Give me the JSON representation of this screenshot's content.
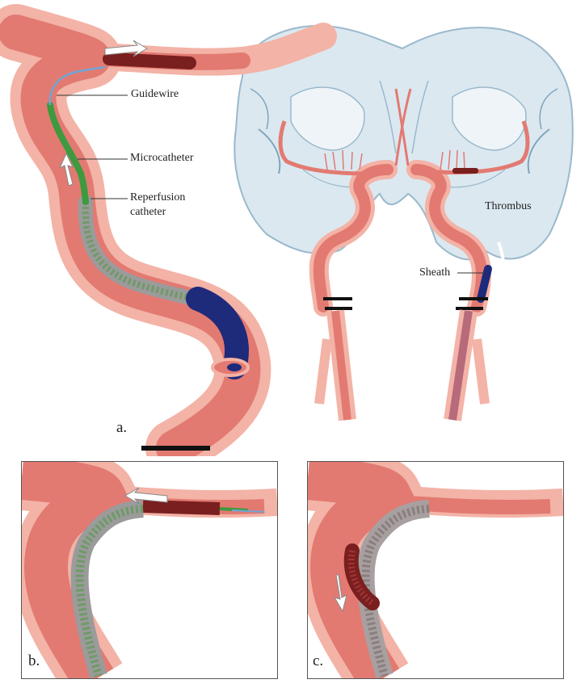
{
  "labels": {
    "guidewire": "Guidewire",
    "microcatheter": "Microcatheter",
    "reperfusion_line1": "Reperfusion",
    "reperfusion_line2": "catheter",
    "thrombus": "Thrombus",
    "sheath": "Sheath"
  },
  "panels": {
    "a": "a.",
    "b": "b.",
    "c": "c."
  },
  "colors": {
    "artery_wall": "#f3b3a6",
    "artery_lumen": "#e27a72",
    "artery_dark": "#c4544f",
    "brain_tissue": "#dbe8f0",
    "brain_line": "#9ab9cc",
    "thrombus": "#7a1f1f",
    "guidewire": "#6fa6d6",
    "microcatheter": "#3e9a3e",
    "reperfusion_catheter": "#9b9b9b",
    "sheath": "#1e2a7a",
    "arrow": "#ffffff"
  }
}
